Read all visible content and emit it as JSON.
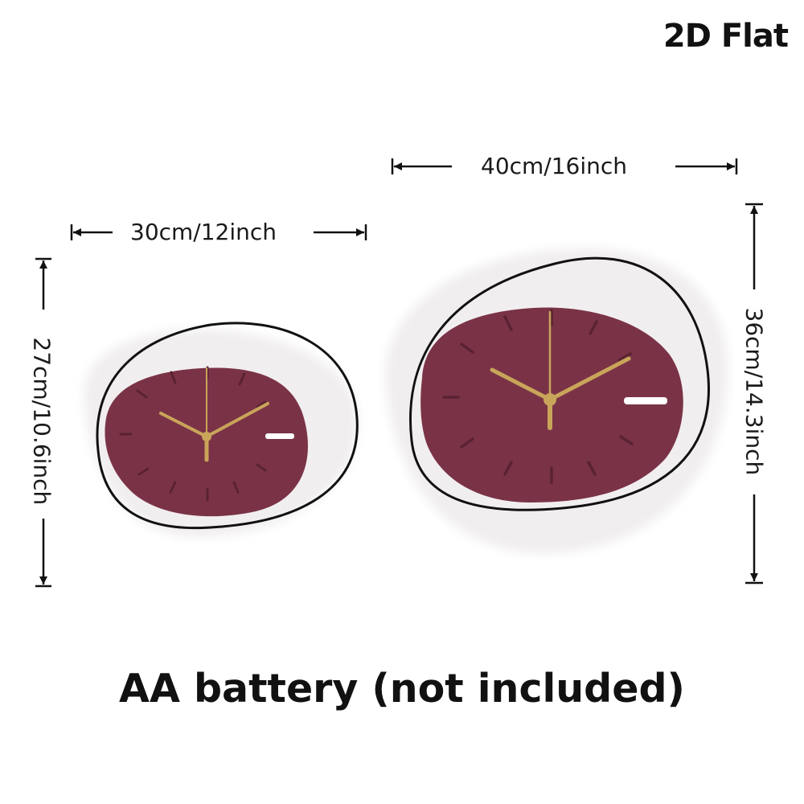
{
  "badge": "2D Flat",
  "small_clock": {
    "width_label": "30cm/12inch",
    "height_label": "27cm/10.6inch"
  },
  "large_clock": {
    "width_label": "40cm/16inch",
    "height_label": "36cm/14.3inch"
  },
  "note": "AA battery (not included)",
  "colors": {
    "face": "#7a3346",
    "hands": "#c9a55a",
    "outline": "#111111",
    "marker": "#ffffff"
  }
}
